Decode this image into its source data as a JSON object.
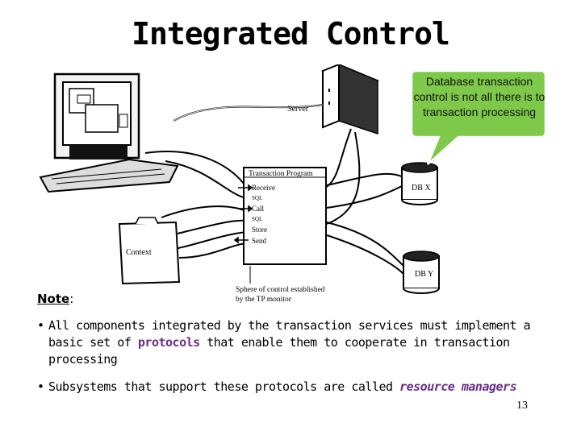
{
  "title": "Integrated Control",
  "callout": "Database transaction control is not all there is to transaction processing",
  "diagram": {
    "server": "Server",
    "program_title": "Transaction Program",
    "program_lines": [
      "Receive",
      "SQL",
      "Call",
      "SQL",
      "Store",
      "Send"
    ],
    "context": "Context",
    "db_x": "DB X",
    "db_y": "DB Y",
    "sphere_line1": "Sphere of control established",
    "sphere_line2": "by the TP monitor"
  },
  "note_label": "Note",
  "note_colon": ":",
  "bullet1": {
    "pre": "All components integrated by the transaction services must implement a basic set of ",
    "keyword": "protocols",
    "post": " that enable them to cooperate in transaction processing"
  },
  "bullet2": {
    "pre": "Subsystems that support these protocols are called ",
    "keyword": "resource managers"
  },
  "page_number": "13"
}
